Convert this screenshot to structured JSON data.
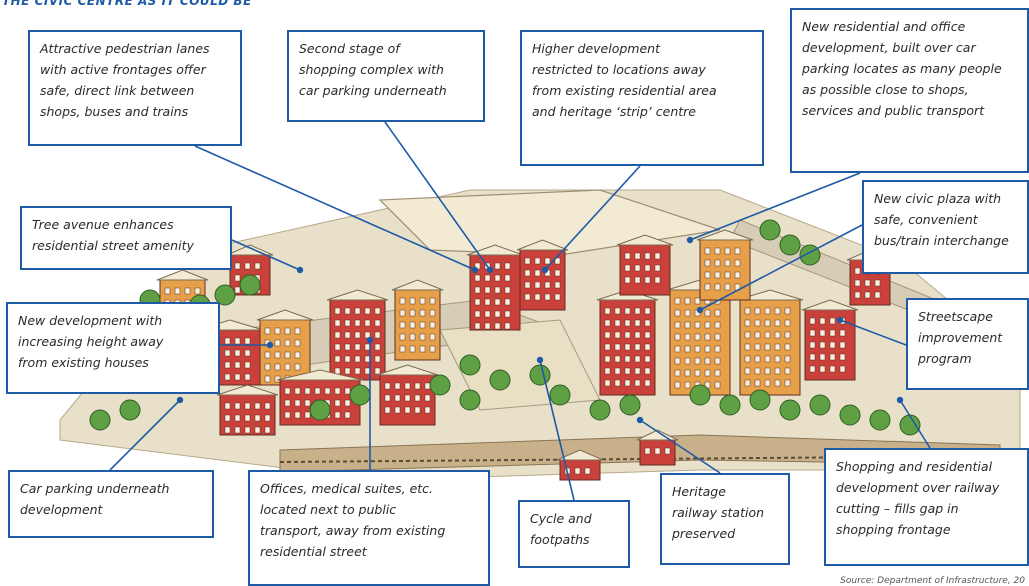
{
  "heading": "THE CIVIC CENTRE AS IT COULD BE",
  "source": "Source: Department of Infrastructure, 20",
  "callouts": [
    {
      "id": "c1",
      "text": "Attractive pedestrian lanes\nwith active frontages offer\nsafe, direct link between\nshops, buses and trains"
    },
    {
      "id": "c2",
      "text": "Second stage of\nshopping complex with\ncar parking underneath"
    },
    {
      "id": "c3",
      "text": "Higher development\nrestricted to locations away\nfrom existing residential area\nand heritage ‘strip’ centre"
    },
    {
      "id": "c4",
      "text": "New residential and office\ndevelopment, built over car\nparking locates as many people\nas possible close to shops,\nservices and public transport"
    },
    {
      "id": "c5",
      "text": "Tree avenue enhances\nresidential street amenity"
    },
    {
      "id": "c6",
      "text": "New civic plaza with\nsafe, convenient\nbus/train interchange"
    },
    {
      "id": "c7",
      "text": "New development with\nincreasing height away\nfrom existing houses"
    },
    {
      "id": "c8",
      "text": "Streetscape\nimprovement\nprogram"
    },
    {
      "id": "c9",
      "text": "Car parking underneath\ndevelopment"
    },
    {
      "id": "c10",
      "text": "Offices, medical suites, etc.\nlocated next to public\ntransport, away from existing\nresidential street"
    },
    {
      "id": "c11",
      "text": "Cycle and\nfootpaths"
    },
    {
      "id": "c12",
      "text": "Heritage\nrailway station\npreserved"
    },
    {
      "id": "c13",
      "text": "Shopping and residential\ndevelopment over railway\ncutting – fills gap in\nshopping frontage"
    }
  ],
  "colors": {
    "accent": "#1f5aa6",
    "building_red": "#c9413a",
    "building_orange": "#e6a04a",
    "tree_green": "#5fa044",
    "roof_cream": "#f2ead2"
  }
}
